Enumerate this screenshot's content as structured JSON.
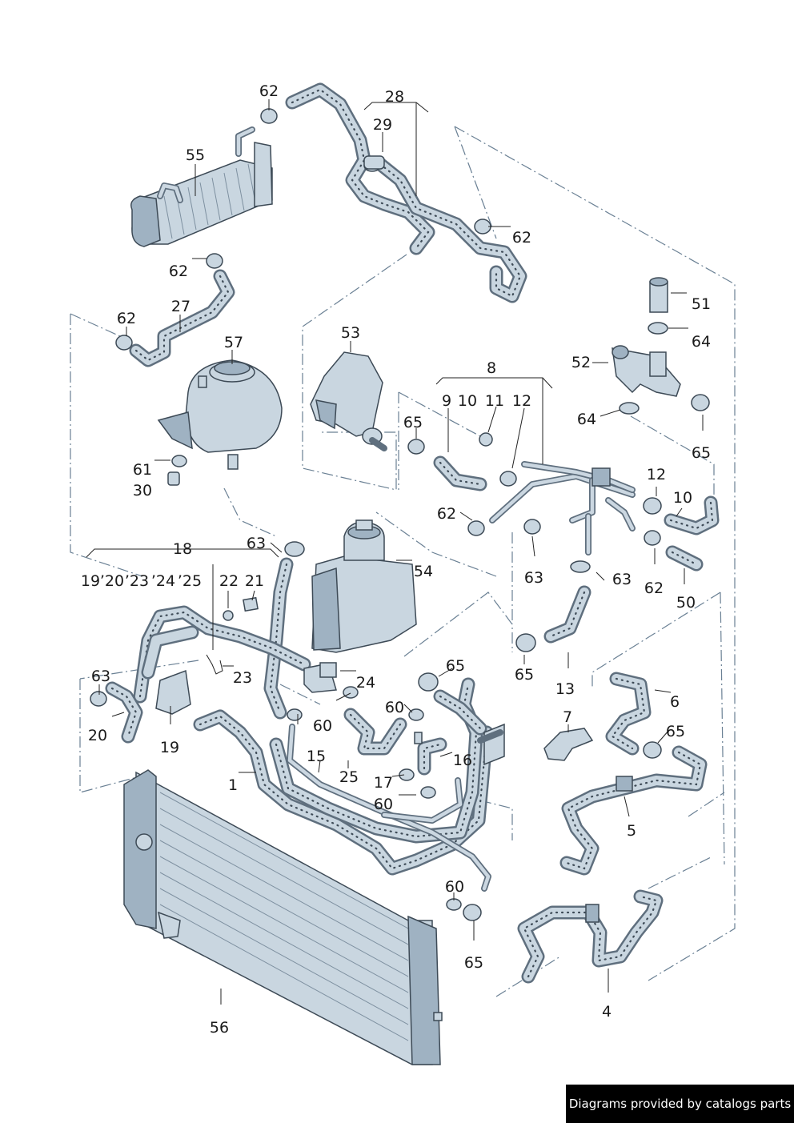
{
  "callouts": {
    "c62a": "62",
    "c28": "28",
    "c29": "29",
    "c55": "55",
    "c62b": "62",
    "c62c": "62",
    "c27": "27",
    "c62d": "62",
    "c51": "51",
    "c64a": "64",
    "c52": "52",
    "c53": "53",
    "c57": "57",
    "c8": "8",
    "c9": "9",
    "c10a": "10",
    "c11": "11",
    "c12a": "12",
    "c64b": "64",
    "c65a": "65",
    "c65b": "65",
    "c61": "61",
    "c30": "30",
    "c12b": "12",
    "c10b": "10",
    "c62e": "62",
    "c62f": "62",
    "c63a": "63",
    "c63b": "63",
    "c18": "18",
    "c63c": "63",
    "c54": "54",
    "c50": "50",
    "c19a": "19",
    "c20a": "’20",
    "c23a": "’23",
    "c24a": "’24",
    "c25a": "’25",
    "c22": "22",
    "c21": "21",
    "c65c": "65",
    "c13": "13",
    "c23b": "23",
    "c24b": "24",
    "c6": "6",
    "c63d": "63",
    "c60a": "60",
    "c20b": "20",
    "c60b": "60",
    "c7": "7",
    "c65d": "65",
    "c19b": "19",
    "c15": "15",
    "c16": "16",
    "c1": "1",
    "c25b": "25",
    "c17": "17",
    "c60c": "60",
    "c5": "5",
    "c60d": "60",
    "c65e": "65",
    "c4": "4",
    "c56": "56"
  },
  "watermark": "Diagrams provided by catalogs parts",
  "colors": {
    "part_fill": "#c9d6e0",
    "part_shade": "#9fb2c2",
    "outline": "#3d4a56",
    "dash_line": "#6a8094",
    "text": "#1a1a1a",
    "watermark_bg": "#000000",
    "watermark_text": "#ffffff"
  }
}
